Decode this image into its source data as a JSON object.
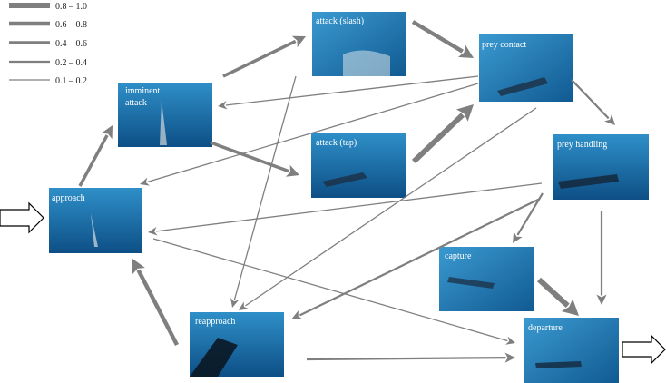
{
  "legend": [
    {
      "label": "0.8 – 1.0"
    },
    {
      "label": "0.6 – 0.8"
    },
    {
      "label": "0.4 – 0.6"
    },
    {
      "label": "0.2 – 0.4"
    },
    {
      "label": "0.1 – 0.2"
    }
  ],
  "nodes": [
    {
      "id": "approach",
      "label": "approach"
    },
    {
      "id": "imminent",
      "label": "imminent\nattack"
    },
    {
      "id": "attack_slash",
      "label": "attack (slash)"
    },
    {
      "id": "attack_tap",
      "label": "attack (tap)"
    },
    {
      "id": "prey_contact",
      "label": "prey contact"
    },
    {
      "id": "prey_handling",
      "label": "prey handling"
    },
    {
      "id": "capture",
      "label": "capture"
    },
    {
      "id": "reapproach",
      "label": "reapproach"
    },
    {
      "id": "departure",
      "label": "departure"
    }
  ],
  "edges": [
    {
      "from": "approach",
      "to": "imminent",
      "probability_class": "0.4 – 0.6"
    },
    {
      "from": "imminent",
      "to": "attack_slash",
      "probability_class": "0.4 – 0.6"
    },
    {
      "from": "imminent",
      "to": "attack_tap",
      "probability_class": "0.4 – 0.6"
    },
    {
      "from": "attack_slash",
      "to": "prey_contact",
      "probability_class": "0.6 – 0.8"
    },
    {
      "from": "attack_tap",
      "to": "prey_contact",
      "probability_class": "0.8 – 1.0"
    },
    {
      "from": "attack_slash",
      "to": "reapproach",
      "probability_class": "0.1 – 0.2"
    },
    {
      "from": "prey_contact",
      "to": "imminent",
      "probability_class": "0.1 – 0.2"
    },
    {
      "from": "prey_contact",
      "to": "approach",
      "probability_class": "0.1 – 0.2"
    },
    {
      "from": "prey_contact",
      "to": "prey_handling",
      "probability_class": "0.2 – 0.4"
    },
    {
      "from": "prey_contact",
      "to": "reapproach",
      "probability_class": "0.1 – 0.2"
    },
    {
      "from": "prey_handling",
      "to": "approach",
      "probability_class": "0.1 – 0.2"
    },
    {
      "from": "prey_handling",
      "to": "capture",
      "probability_class": "0.2 – 0.4"
    },
    {
      "from": "prey_handling",
      "to": "departure",
      "probability_class": "0.2 – 0.4"
    },
    {
      "from": "prey_handling",
      "to": "reapproach",
      "probability_class": "0.2 – 0.4"
    },
    {
      "from": "capture",
      "to": "departure",
      "probability_class": "0.8 – 1.0"
    },
    {
      "from": "approach",
      "to": "departure",
      "probability_class": "0.1 – 0.2"
    },
    {
      "from": "reapproach",
      "to": "approach",
      "probability_class": "0.6 – 0.8"
    },
    {
      "from": "reapproach",
      "to": "departure",
      "probability_class": "0.2 – 0.4"
    }
  ],
  "entry_arrow": "outline-right-arrow",
  "exit_arrow": "outline-right-arrow",
  "colors": {
    "arrow": "#7f7f7f",
    "water_light": "#2f8fc8",
    "water_dark": "#0d4f86",
    "label": "#ffffff"
  }
}
